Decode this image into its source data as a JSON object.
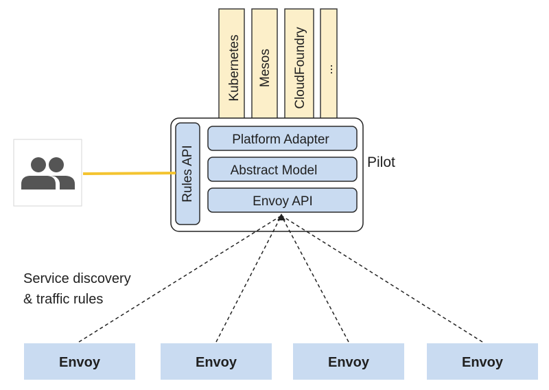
{
  "platforms": [
    "Kubernetes",
    "Mesos",
    "CloudFoundry",
    "..."
  ],
  "pilot": {
    "label": "Pilot",
    "rules_api": "Rules API",
    "layers": [
      "Platform Adapter",
      "Abstract Model",
      "Envoy API"
    ]
  },
  "annotation": {
    "line1": "Service discovery",
    "line2": "& traffic rules"
  },
  "envoys": [
    "Envoy",
    "Envoy",
    "Envoy",
    "Envoy"
  ],
  "users_icon": "people-group-icon",
  "colors": {
    "platform_fill": "#fcefc9",
    "platform_stroke": "#3a3a3a",
    "layer_fill": "#c9dbf1",
    "layer_stroke": "#2a2a2a",
    "envoy_fill": "#c9dbf1",
    "connector": "#f4c430",
    "icon": "#555555"
  }
}
